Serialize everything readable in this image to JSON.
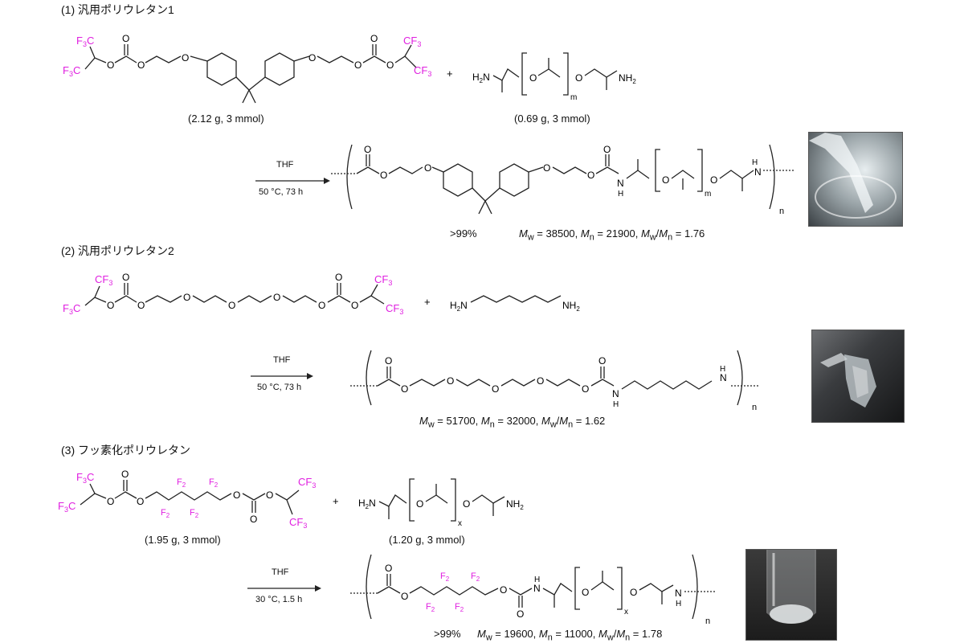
{
  "sections": [
    {
      "title": "(1) 汎用ポリウレタン1",
      "reagent1_amount": "(2.12 g, 3 mmol)",
      "reagent2_amount": "(0.69 g, 3 mmol)",
      "plus": "+",
      "solvent": "THF",
      "conditions": "50 °C, 73 h",
      "yield": ">99%",
      "mw": "38500",
      "mn": "21900",
      "pdi": "1.76",
      "repeat_index": "m",
      "polymer_index": "n"
    },
    {
      "title": "(2) 汎用ポリウレタン2",
      "plus": "+",
      "solvent": "THF",
      "conditions": "50 °C, 73 h",
      "mw": "51700",
      "mn": "32000",
      "pdi": "1.62",
      "polymer_index": "n"
    },
    {
      "title": "(3) フッ素化ポリウレタン",
      "reagent1_amount": "(1.95 g, 3 mmol)",
      "reagent2_amount": "(1.20 g, 3 mmol)",
      "plus": "+",
      "solvent": "THF",
      "conditions": "30 °C, 1.5 h",
      "yield": ">99%",
      "mw": "19600",
      "mn": "11000",
      "pdi": "1.78",
      "repeat_index": "x",
      "polymer_index": "n"
    }
  ],
  "labels": {
    "cf3": "CF3",
    "f3c": "F3C",
    "f2": "F2",
    "o": "O",
    "nh2": "NH2",
    "h2n": "H2N",
    "nh": "NH",
    "n": "N",
    "h": "H"
  },
  "colors": {
    "fluorine": "#e020e0"
  }
}
